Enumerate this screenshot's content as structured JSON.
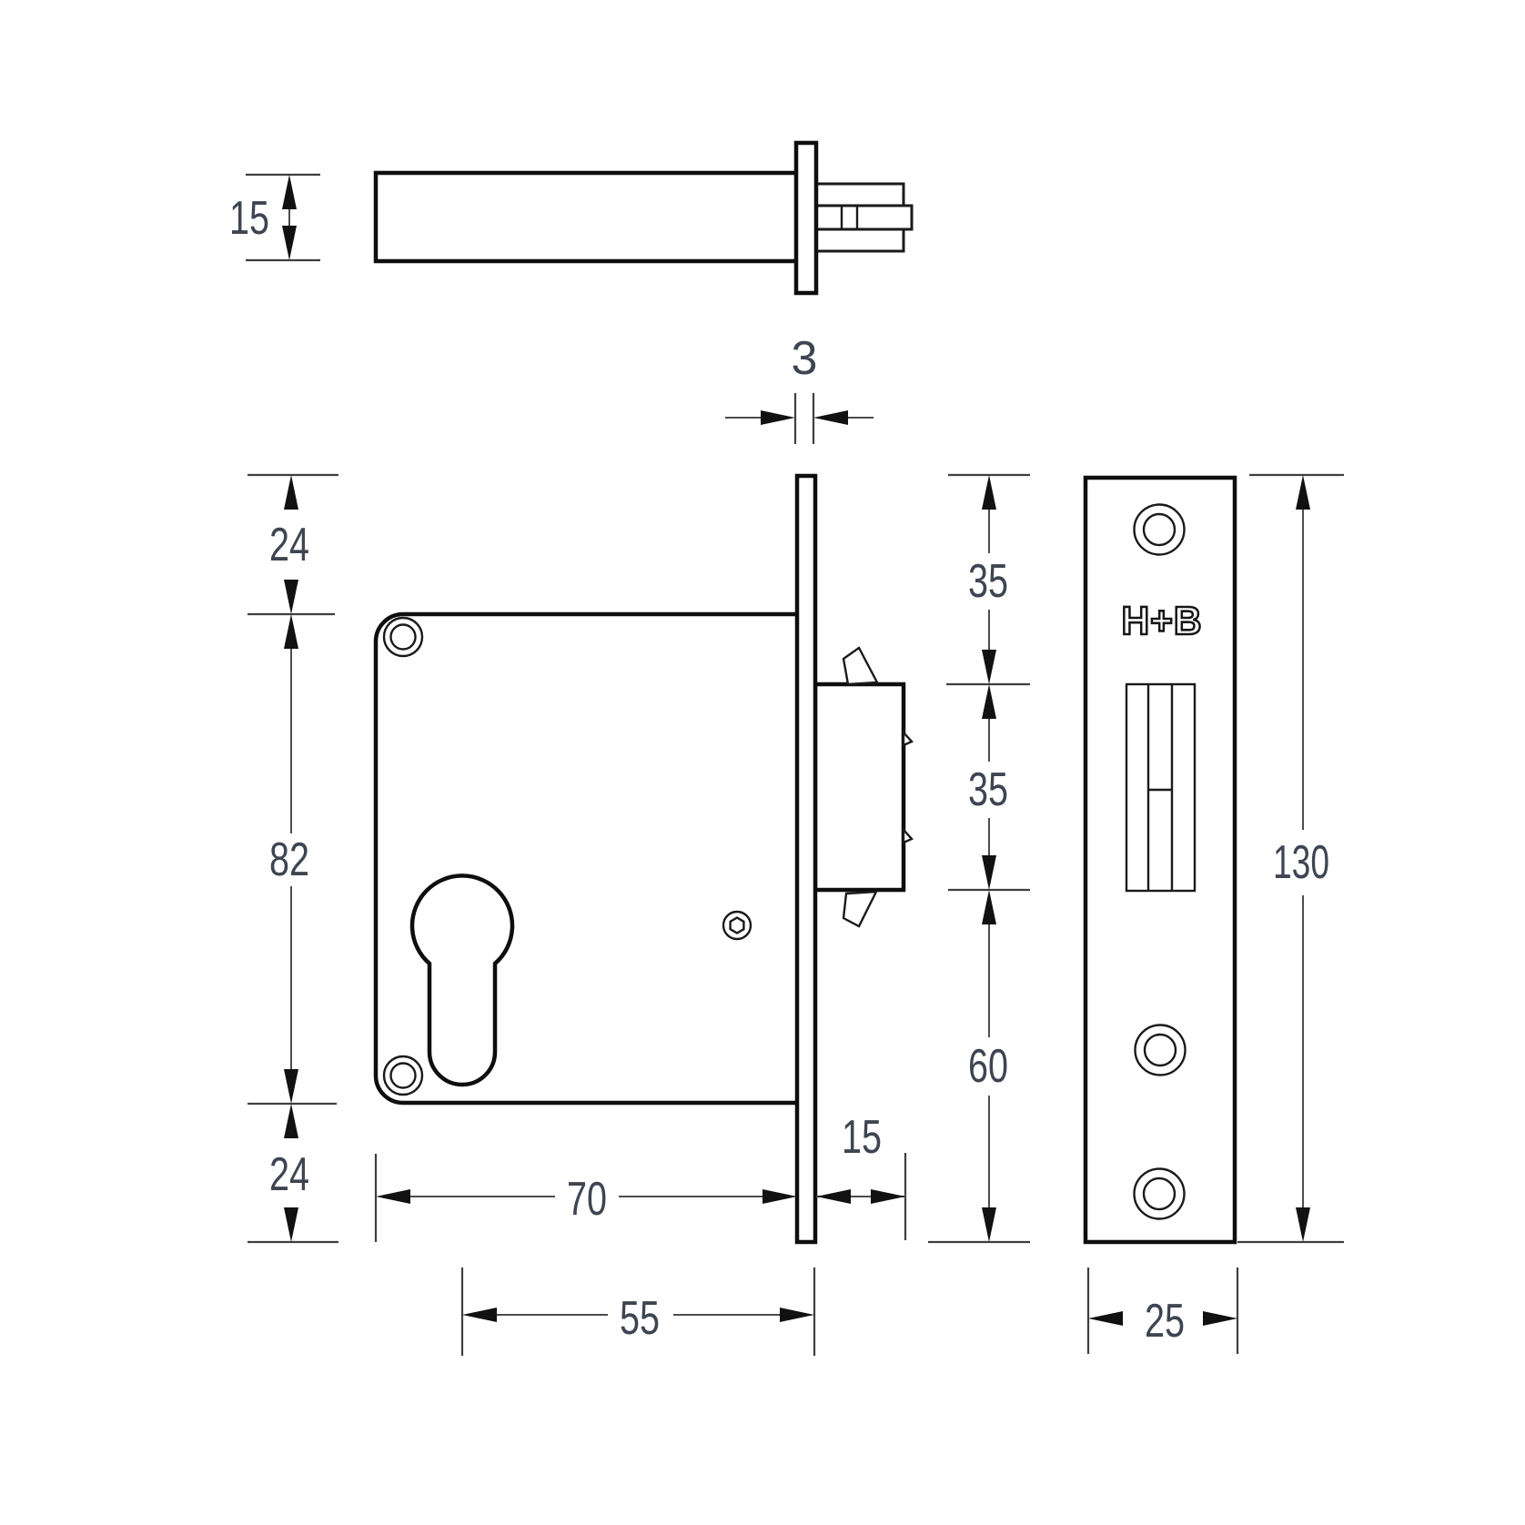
{
  "colors": {
    "background": "#ffffff",
    "outline": "#0e0e0e",
    "dimension_lines": "#4d4d4d",
    "dimension_text": "#3e4552",
    "arrowheads": "#111111"
  },
  "top_view": {
    "thickness_label": "15"
  },
  "front_view": {
    "plate_thickness_label": "3",
    "top_offset_label": "24",
    "body_height_label": "82",
    "bottom_offset_label": "24",
    "body_width_label": "70",
    "backset_label": "55",
    "bolt_protrusion_label": "15",
    "plate_top_to_bolt_label": "35",
    "bolt_height_label": "35",
    "bolt_to_plate_bottom_label": "60"
  },
  "faceplate_view": {
    "brand_label": "H+B",
    "plate_height_label": "130",
    "plate_width_label": "25"
  }
}
